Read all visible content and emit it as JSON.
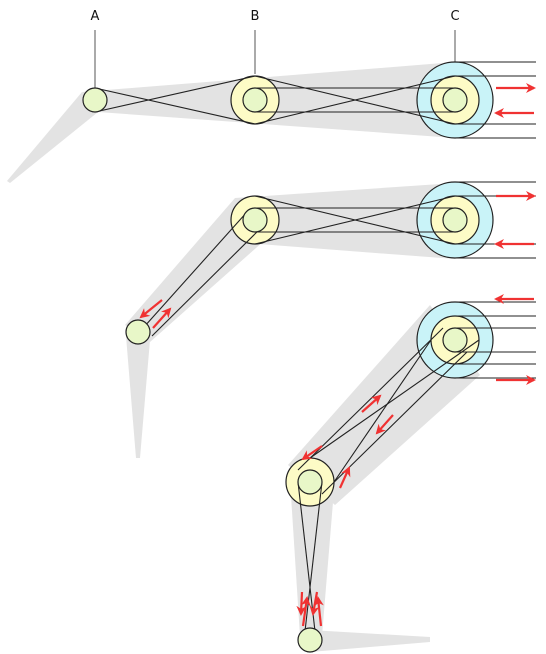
{
  "labels": {
    "a": "A",
    "b": "B",
    "c": "C"
  },
  "colors": {
    "shadow": "#e3e3e3",
    "small_pulley": "#e8f7c8",
    "mid_pulley": "#fdfbc6",
    "large_pulley": "#c9f3f8",
    "cable": "#222222",
    "arrow": "#f03232"
  },
  "diagram": {
    "stages": [
      {
        "name": "stage-1",
        "arrows_at_c": [
          "out",
          "in"
        ]
      },
      {
        "name": "stage-2",
        "arrows_at_c": [
          "out",
          "in"
        ]
      },
      {
        "name": "stage-3",
        "arrows_at_c": [
          "in",
          "out"
        ]
      }
    ]
  }
}
